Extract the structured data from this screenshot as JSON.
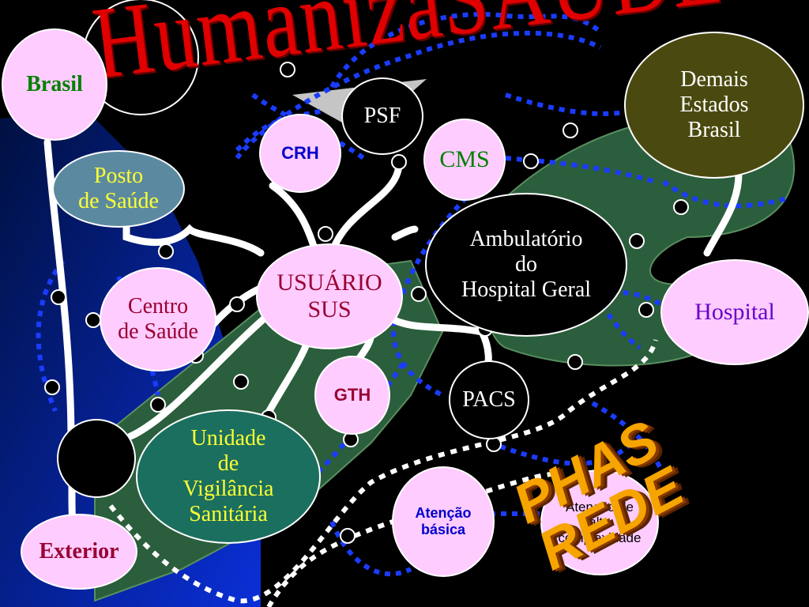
{
  "title": "HumanizaSAÚDE",
  "watermark": [
    "PHAS",
    "REDE"
  ],
  "nodes": {
    "brasil": "Brasil",
    "demais_estados": [
      "Demais",
      "Estados",
      "Brasil"
    ],
    "psf": "PSF",
    "crh": "CRH",
    "cms": "CMS",
    "posto": [
      "Posto",
      "de Saúde"
    ],
    "ambulatorio": [
      "Ambulatório",
      "do",
      "Hospital Geral"
    ],
    "usuario": [
      "USUÁRIO",
      "SUS"
    ],
    "hospital": "Hospital",
    "centro": [
      "Centro",
      "de Saúde"
    ],
    "gth": "GTH",
    "pacs": "PACS",
    "unidade": [
      "Unidade",
      "de",
      "Vigilância",
      "Sanitária"
    ],
    "atencao_basica": [
      "Atenção",
      "básica"
    ],
    "atencao_alta": [
      "Atenção de",
      "alta",
      "complexidade"
    ],
    "exterior": "Exterior"
  },
  "colors": {
    "background": "#000000",
    "title_red": "#e00000",
    "node_pink": "#ffccff",
    "dotted_blue": "#1a3cff",
    "green_band": "#2b5e3c",
    "yellow_label": "#ffff33",
    "watermark_orange": "#f6a400"
  }
}
